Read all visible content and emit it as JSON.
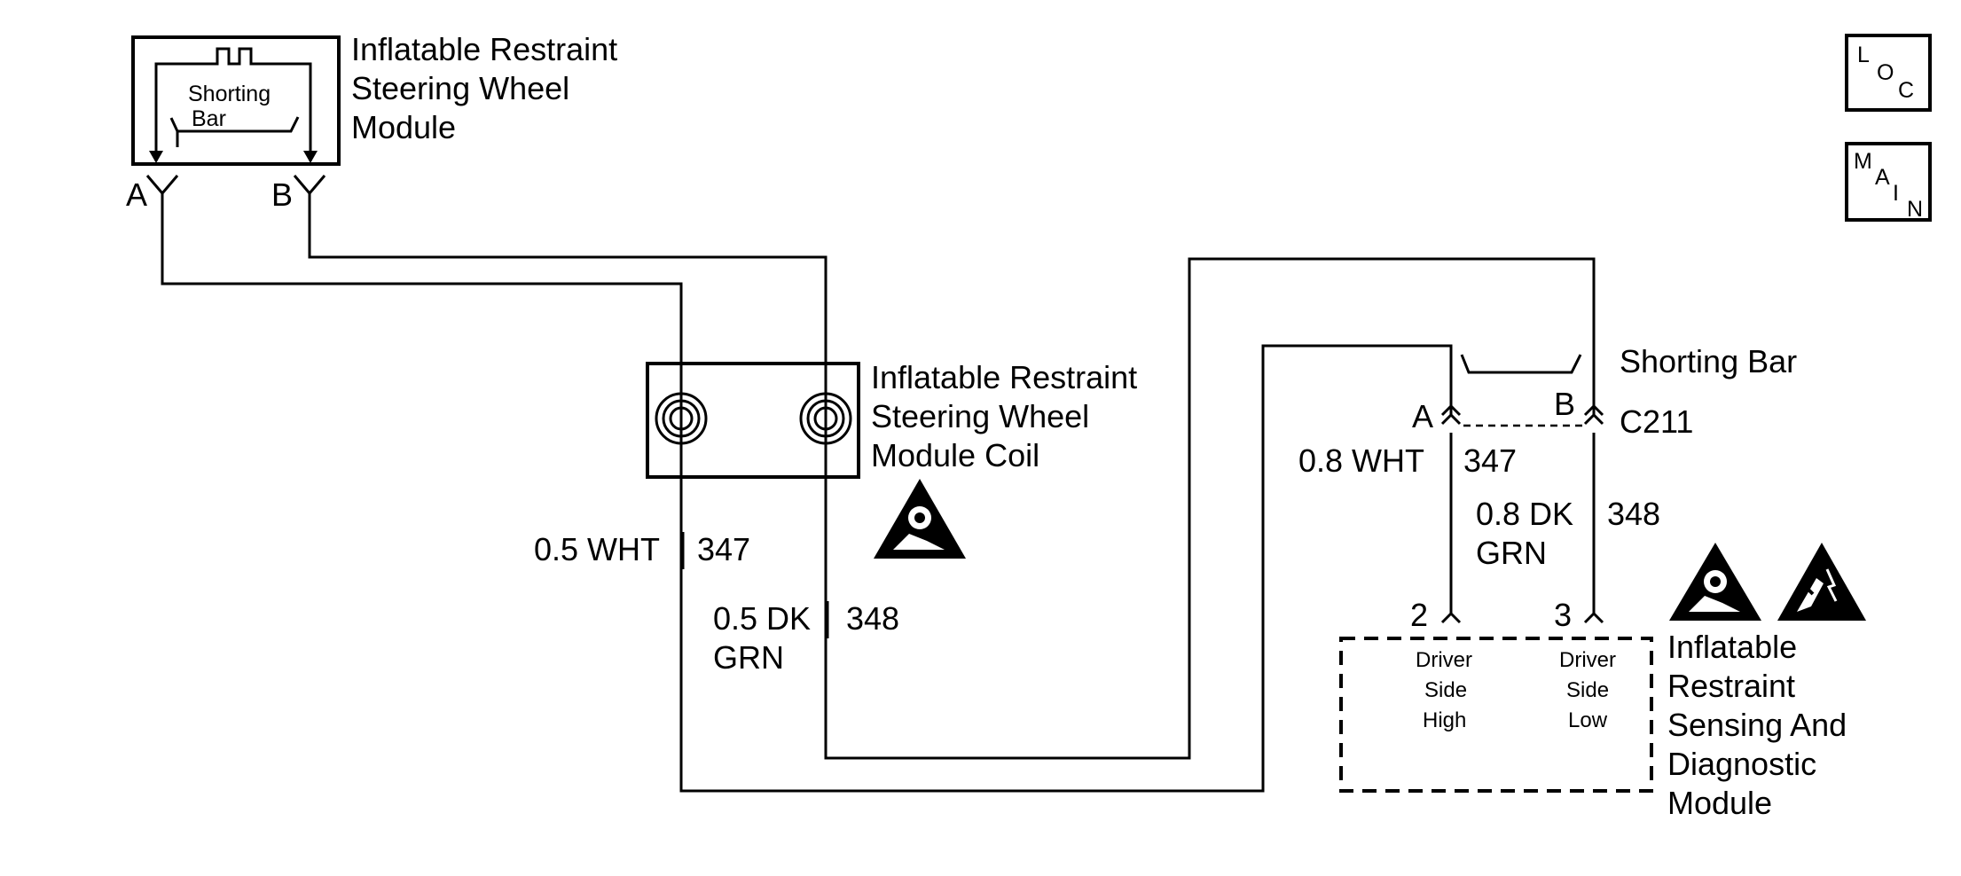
{
  "steering_module": {
    "title_lines": [
      "Inflatable Restraint",
      "Steering Wheel",
      "Module"
    ],
    "shorting_bar_lines": [
      "Shorting",
      "Bar"
    ],
    "terminal_a": "A",
    "terminal_b": "B"
  },
  "coil": {
    "title_lines": [
      "Inflatable Restraint",
      "Steering Wheel",
      "Module Coil"
    ]
  },
  "wires": {
    "left_wht": {
      "gauge_color": "0.5 WHT",
      "circuit": "347"
    },
    "left_grn": {
      "gauge_color_lines": [
        "0.5 DK",
        "GRN"
      ],
      "circuit": "348"
    },
    "right_wht": {
      "gauge_color": "0.8 WHT",
      "circuit": "347"
    },
    "right_grn": {
      "gauge_color_lines": [
        "0.8 DK",
        "GRN"
      ],
      "circuit": "348"
    }
  },
  "connector": {
    "shorting_bar": "Shorting Bar",
    "pin_a": "A",
    "pin_b": "B",
    "name": "C211"
  },
  "sdm": {
    "pin_2": "2",
    "pin_3": "3",
    "high_lines": [
      "Driver",
      "Side",
      "High"
    ],
    "low_lines": [
      "Driver",
      "Side",
      "Low"
    ],
    "title_lines": [
      "Inflatable",
      "Restraint",
      "Sensing And",
      "Diagnostic",
      "Module"
    ]
  },
  "nav": {
    "loc": [
      "L",
      "O",
      "C"
    ],
    "main": [
      "M",
      "A",
      "I",
      "N"
    ]
  },
  "icons": [
    "airbag-warning-icon",
    "esd-sensitive-icon"
  ]
}
